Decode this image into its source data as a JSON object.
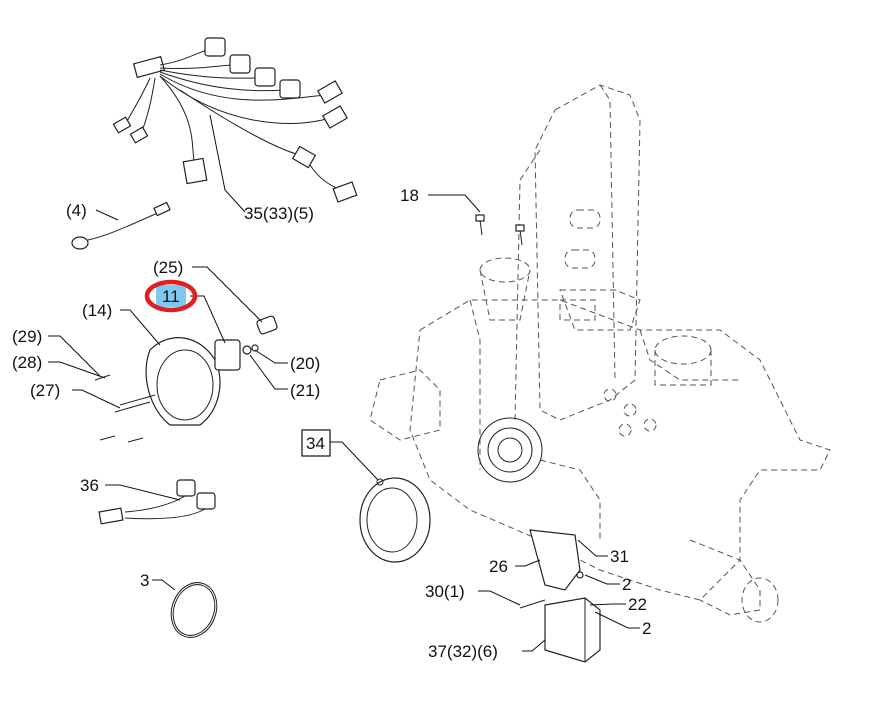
{
  "labels": {
    "l18": "18",
    "l35": "35(33)(5)",
    "l4": "(4)",
    "l25": "(25)",
    "l11": "11",
    "l14": "(14)",
    "l29": "(29)",
    "l28": "(28)",
    "l27": "(27)",
    "l20": "(20)",
    "l21": "(21)",
    "l34": "34",
    "l36": "36",
    "l3": "3",
    "l26": "26",
    "l31": "31",
    "l2a": "2",
    "l30": "30(1)",
    "l22": "22",
    "l2b": "2",
    "l37": "37(32)(6)"
  },
  "highlight": {
    "label": "11",
    "ring_color": "#e02020",
    "fill_color": "#7fc8f0"
  }
}
